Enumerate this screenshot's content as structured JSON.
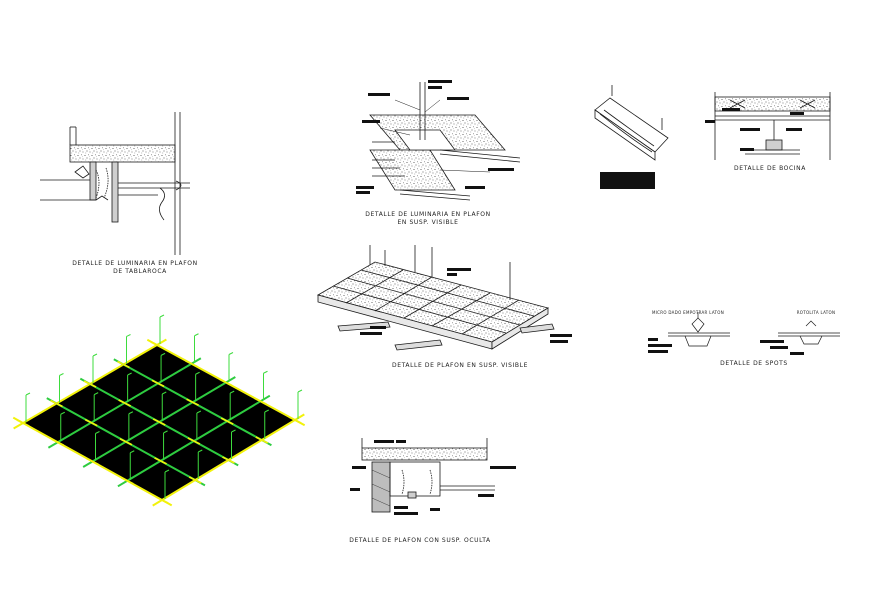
{
  "captions": {
    "lum_tablaroca_1": "DETALLE DE LUMINARIA EN PLAFON",
    "lum_tablaroca_2": "DE TABLAROCA",
    "lum_susp_1": "DETALLE DE LUMINARIA EN PLAFON",
    "lum_susp_2": "EN SUSP. VISIBLE",
    "bocina": "DETALLE DE BOCINA",
    "plafon_visible": "DETALLE DE PLAFON EN SUSP. VISIBLE",
    "spots": "DETALLE DE SPOTS",
    "plafon_oculta": "DETALLE DE PLAFON CON SUSP. OCULTA"
  },
  "spot_tags": {
    "left": "MICRO DADO EMPOTRAR LATON",
    "right": "ROTOLITA LATON"
  },
  "colors": {
    "line": "#1a1a1a",
    "grid_fill": "#000000",
    "grid_main": "#2ecc40",
    "grid_cross": "#f2f20a",
    "hanger": "#3ddc3d",
    "speckle": "#555555"
  }
}
